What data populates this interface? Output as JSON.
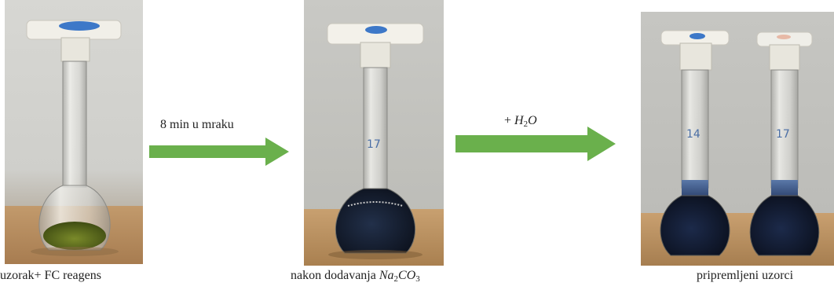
{
  "steps": [
    {
      "caption": "uzorak+ FC reagens",
      "flask_liquid_color": "#5a6a1c"
    },
    {
      "caption_prefix": "nakon dodavanja ",
      "formula": {
        "base": "Na",
        "sub1": "2",
        "mid": "CO",
        "sub2": "3"
      },
      "flask_liquid_color": "#141c2c"
    },
    {
      "caption": "pripremljeni uzorci",
      "flask_liquid_color": "#121a30"
    }
  ],
  "transitions": [
    {
      "label": "8 min u mraku",
      "arrow_color": "#6ab04c"
    },
    {
      "label_prefix": "+ ",
      "formula": {
        "base": "H",
        "sub1": "2",
        "mid": "O"
      },
      "arrow_color": "#6ab04c"
    }
  ],
  "flask_markings": {
    "flask_2": "17",
    "flask_3a": "14",
    "flask_3b": "17"
  }
}
